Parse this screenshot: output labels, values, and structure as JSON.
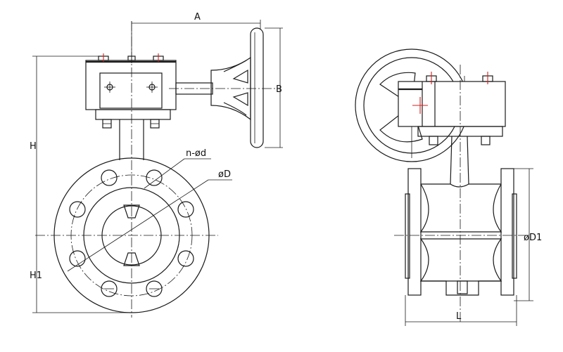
{
  "labels": {
    "dim_a": "A",
    "dim_b": "B",
    "dim_h": "H",
    "dim_h1": "H1",
    "bolt_spec": "n-ød",
    "dia_d": "øD",
    "dia_d1": "øD1",
    "dim_l": "L"
  },
  "colors": {
    "line": "#1a1a1a",
    "marker": "#d42020",
    "background": "#ffffff"
  }
}
